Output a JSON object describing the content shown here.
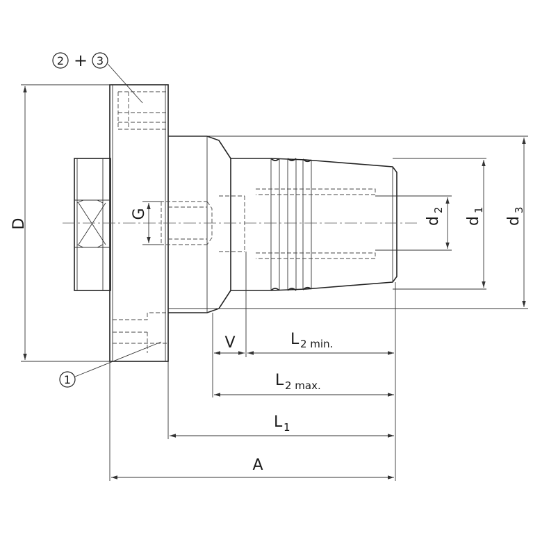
{
  "callouts": {
    "item_2": "2",
    "plus": "+",
    "item_3": "3",
    "item_1": "1"
  },
  "dimensions": {
    "D": "D",
    "G": "G",
    "d2_main": "d",
    "d2_sub": "2",
    "d1_main": "d",
    "d1_sub": "1",
    "d3_main": "d",
    "d3_sub": "3",
    "V": "V",
    "L2min_main": "L",
    "L2min_sub": "2 min.",
    "L2max_main": "L",
    "L2max_sub": "2 max.",
    "L1_main": "L",
    "L1_sub": "1",
    "A": "A"
  }
}
